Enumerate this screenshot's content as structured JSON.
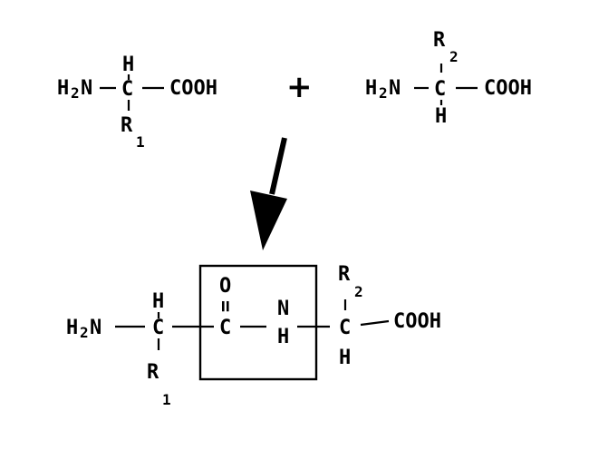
{
  "reactant1": {
    "h2n_main": "H",
    "h2n_sub": "2",
    "h2n_n": "N",
    "top_h": "H",
    "carbon": "C",
    "cooh": "COOH",
    "r_main": "R",
    "r_sub": "1"
  },
  "plus": "+",
  "reactant2": {
    "h2n_main": "H",
    "h2n_sub": "2",
    "h2n_n": "N",
    "r_main": "R",
    "r_sub": "2",
    "carbon": "C",
    "cooh": "COOH",
    "bottom_h": "H"
  },
  "product": {
    "h2n_main": "H",
    "h2n_sub": "2",
    "h2n_n": "N",
    "top_h": "H",
    "carbon1": "C",
    "r1_main": "R",
    "r1_sub": "1",
    "oxygen": "O",
    "double_bond": "=",
    "carbonyl_c": "C",
    "nitrogen": "N",
    "amide_h": "H",
    "r2_main": "R",
    "r2_sub": "2",
    "carbon2": "C",
    "bottom_h": "H",
    "cooh": "COOH"
  },
  "colors": {
    "ink": "#000000",
    "background": "#ffffff"
  }
}
